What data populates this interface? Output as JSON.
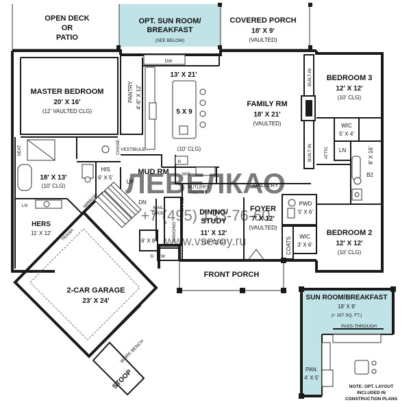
{
  "colors": {
    "sunroom": "#bfe3e6",
    "wall": "#1a1a1a",
    "line": "#333333",
    "watermark": "#b8b8b8"
  },
  "rooms": {
    "open_deck": {
      "name": "OPEN DECK\nOR\nPATIO"
    },
    "sun_room_top": {
      "name": "OPT. SUN ROOM/\nBREAKFAST",
      "note": "(SEE BELOW)"
    },
    "covered_porch": {
      "name": "COVERED PORCH",
      "size": "18' X 9'",
      "note": "(VAULTED)"
    },
    "master_bedroom": {
      "name": "MASTER BEDROOM",
      "size": "20' X 16'",
      "note": "(12' VAULTED CLG)"
    },
    "pantry": {
      "name": "PANTRY",
      "size": "4'-6\" X 12'"
    },
    "kitchen": {
      "size": "13' X 21'",
      "island": "5 X 9",
      "note": "(10' CLG)"
    },
    "family_rm": {
      "name": "FAMILY RM",
      "size": "18' X 21'",
      "note": "(VAULTED)"
    },
    "bedroom3": {
      "name": "BEDROOM 3",
      "size": "12' X 12'",
      "note": "(10' CLG)"
    },
    "wic_b3": {
      "name": "WIC",
      "size": "5' X 4'"
    },
    "bath_b2": {
      "name": "B2",
      "size": "8' X 16'"
    },
    "master_bath": {
      "size": "18' X 13'",
      "note": "(10' CLG)"
    },
    "his": {
      "name": "HIS",
      "size": "6' X 5'"
    },
    "mud_rm": {
      "name": "MUD RM"
    },
    "hers": {
      "name": "HERS",
      "size": "11' X 12'"
    },
    "dining": {
      "name": "DINING/\nSTUDY",
      "size": "11' X 12'",
      "note": "(10' CLG)"
    },
    "foyer": {
      "name": "FOYER",
      "size": "7' X 12'",
      "note": "(VAULTED)"
    },
    "pwd": {
      "name": "PWD",
      "size": "5' X 6'"
    },
    "wic_b2": {
      "name": "WIC",
      "size": "3' X 6'"
    },
    "bedroom2": {
      "name": "BEDROOM 2",
      "size": "12' X 12'",
      "note": "(10' CLG)"
    },
    "garage": {
      "name": "2-CAR GARAGE",
      "size": "23' X 24'"
    },
    "front_porch": {
      "name": "FRONT PORCH"
    },
    "storage": {
      "size": "6' X 8'"
    },
    "sunroom_opt": {
      "name": "SUN ROOM/BREAKFAST",
      "size": "18' X 9'",
      "note": "(+ 167 SQ. FT.)"
    },
    "pan_opt": {
      "name": "PAN.",
      "size": "4' X 5'"
    }
  },
  "labels": {
    "dw": "DW",
    "built_in_top": "BUILT-IN",
    "built_in_bottom": "BUILT-IN",
    "attic": "ATTIC",
    "ln_b3": "LN",
    "ln_master": "LN",
    "seat": "SEAT",
    "chase_master": "CHASE",
    "vestibule": "VESTIBULE",
    "r": "R",
    "wc": "W/C",
    "butlers_pantry": "BUTLER'S\nPANTRY",
    "gallery": "GALLERY",
    "up": "UP",
    "dn": "DN",
    "mirror": "MIRROR",
    "trash": "TRASH",
    "mail_drop": "MAIL\nDROP",
    "hanging": "HANGING",
    "chase_stair": "CHASE",
    "coats": "COATS",
    "d": "D",
    "w": "W",
    "work_bench": "WORK BENCH",
    "stoop": "STOOP",
    "pass_through": "PASS-THROUGH",
    "note": "NOTE: OPT. LAYOUT\nINCLUDED IN\nCONSTRUCTION PLANS",
    "watermark_logo": "ЛЕВЕЛКАО",
    "watermark_phone": "+7 (495) 133-76-60",
    "watermark_site": "www.vsevoy.ru"
  }
}
